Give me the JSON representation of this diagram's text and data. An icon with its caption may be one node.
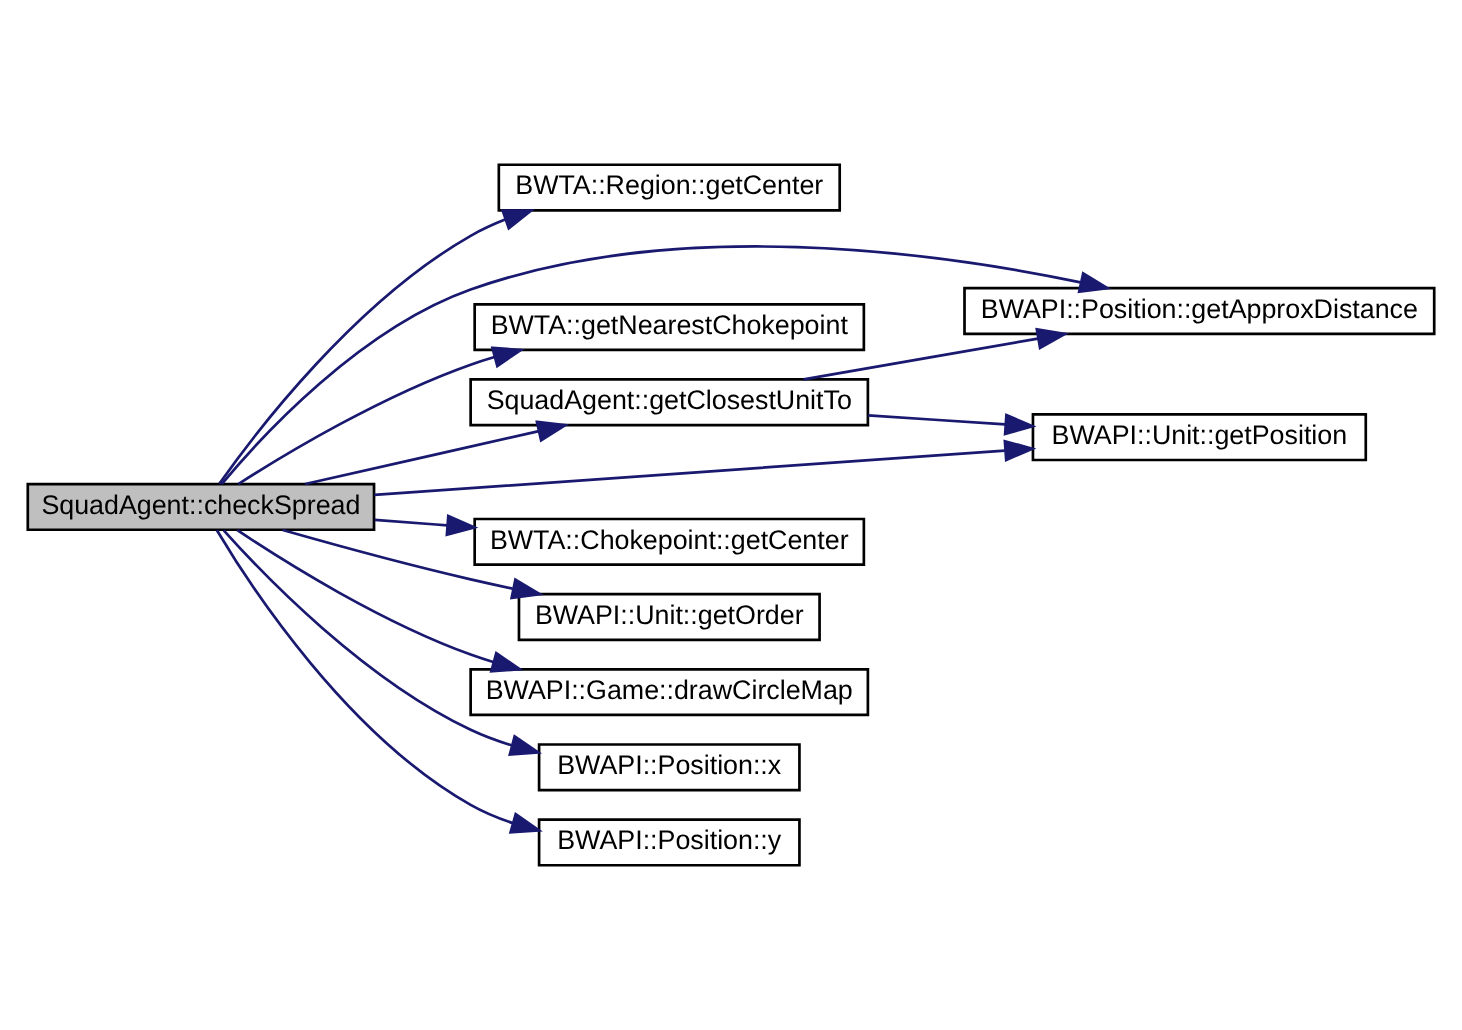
{
  "diagram": {
    "nodes": [
      {
        "text": [
          "SquadAgent::checkSpread"
        ]
      },
      {
        "text": [
          "BWTA::Region::getCenter"
        ]
      },
      {
        "text": [
          "BWAPI::Position::getApproxDistance"
        ]
      },
      {
        "text": [
          "BWTA::getNearestChokepoint"
        ]
      },
      {
        "text": [
          "SquadAgent::getClosestUnitTo"
        ]
      },
      {
        "text": [
          "BWAPI::Unit::getPosition"
        ]
      },
      {
        "text": [
          "BWTA::Chokepoint::getCenter"
        ]
      },
      {
        "text": [
          "BWAPI::Unit::getOrder"
        ]
      },
      {
        "text": [
          "BWAPI::Game::drawCircleMap"
        ]
      },
      {
        "text": [
          "BWAPI::Position::x"
        ]
      },
      {
        "text": [
          "BWAPI::Position::y"
        ]
      }
    ],
    "edges": [
      {
        "from": 0,
        "to": 1,
        "arrow": "to"
      },
      {
        "from": 0,
        "to": 2,
        "arrow": "to"
      },
      {
        "from": 0,
        "to": 3,
        "arrow": "to"
      },
      {
        "from": 0,
        "to": 4,
        "arrow": "to"
      },
      {
        "from": 4,
        "to": 2,
        "arrow": "to"
      },
      {
        "from": 4,
        "to": 5,
        "arrow": "to"
      },
      {
        "from": 0,
        "to": 5,
        "arrow": "to"
      },
      {
        "from": 0,
        "to": 6,
        "arrow": "to"
      },
      {
        "from": 0,
        "to": 7,
        "arrow": "to"
      },
      {
        "from": 0,
        "to": 8,
        "arrow": "to"
      },
      {
        "from": 0,
        "to": 9,
        "arrow": "to"
      },
      {
        "from": 0,
        "to": 10,
        "arrow": "to"
      }
    ]
  }
}
